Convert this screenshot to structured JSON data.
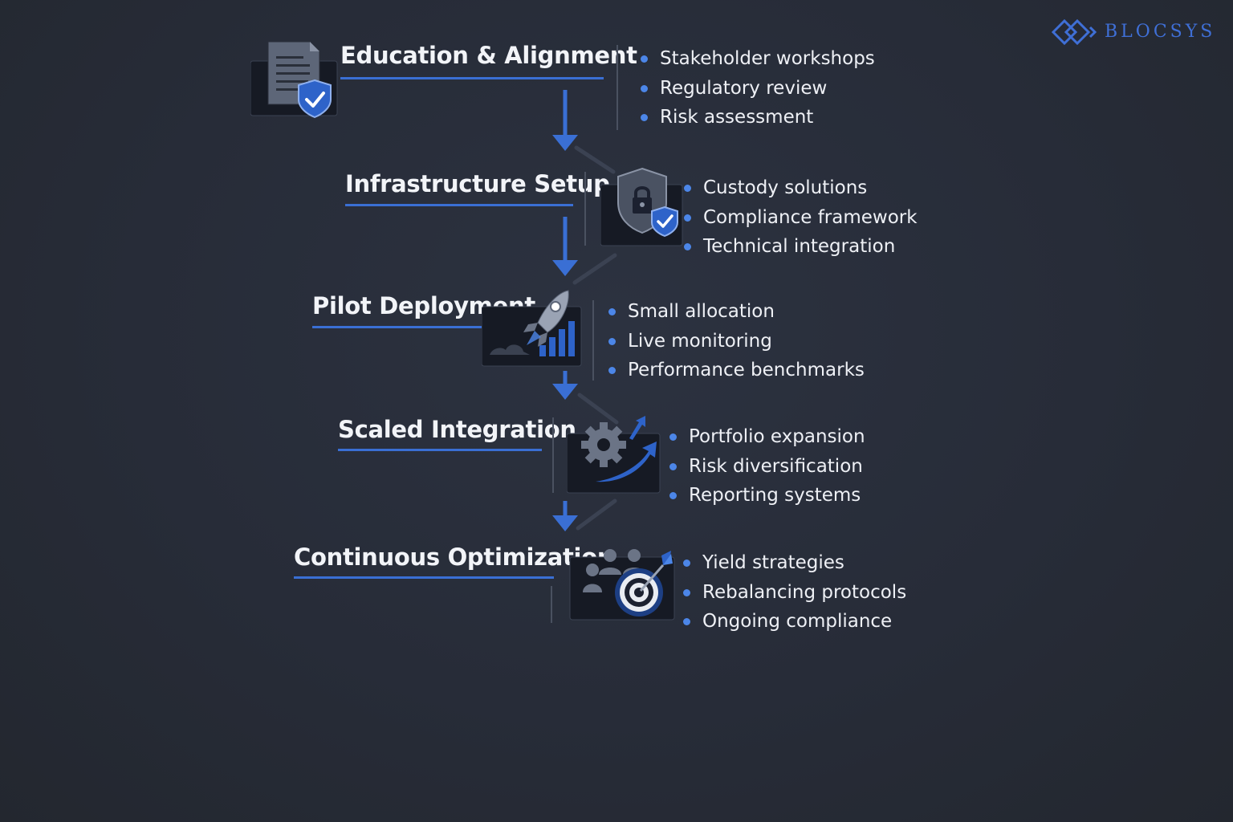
{
  "brand": {
    "name": "BLOCSYS",
    "accent": "#3a6fd4"
  },
  "steps": [
    {
      "title": "Education & Alignment",
      "icon": "document-shield-icon",
      "bullets": [
        "Stakeholder workshops",
        "Regulatory review",
        "Risk assessment"
      ]
    },
    {
      "title": "Infrastructure Setup",
      "icon": "shield-lock-icon",
      "bullets": [
        "Custody solutions",
        "Compliance framework",
        "Technical integration"
      ]
    },
    {
      "title": "Pilot Deployment",
      "icon": "rocket-chart-icon",
      "bullets": [
        "Small allocation",
        "Live monitoring",
        "Performance benchmarks"
      ]
    },
    {
      "title": "Scaled Integration",
      "icon": "gear-growth-icon",
      "bullets": [
        "Portfolio expansion",
        "Risk diversification",
        "Reporting systems"
      ]
    },
    {
      "title": "Continuous Optimization",
      "icon": "team-target-icon",
      "bullets": [
        "Yield strategies",
        "Rebalancing protocols",
        "Ongoing compliance"
      ]
    }
  ]
}
